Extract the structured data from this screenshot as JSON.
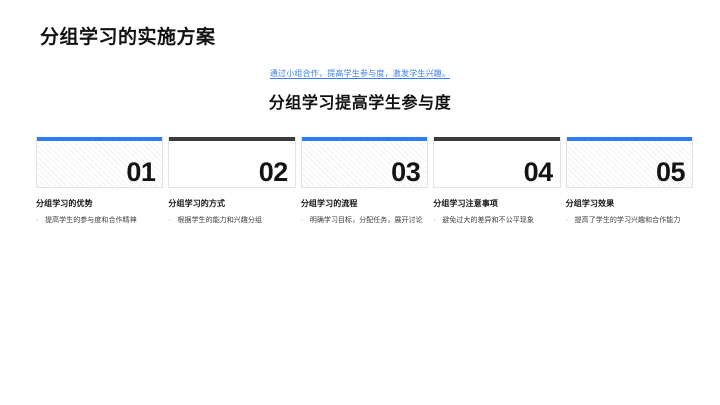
{
  "slide": {
    "title": "分组学习的实施方案",
    "kicker": "通过小组合作，提高学生参与度，激发学生兴趣。",
    "headline": "分组学习提高学生参与度"
  },
  "colors": {
    "accent_blue": "#2f7bf6",
    "accent_dark": "#3b3b3b",
    "kicker_link": "#3a7bf0",
    "text": "#141414"
  },
  "bullet_glyph": "·",
  "columns": [
    {
      "number": "01",
      "accent": "blue",
      "style": "hatched",
      "title": "分组学习的优势",
      "bullets": [
        "提高学生的参与度和合作精神"
      ]
    },
    {
      "number": "02",
      "accent": "dark",
      "style": "plain",
      "title": "分组学习的方式",
      "bullets": [
        "根据学生的能力和兴趣分组"
      ]
    },
    {
      "number": "03",
      "accent": "blue",
      "style": "hatched",
      "title": "分组学习的流程",
      "bullets": [
        "明确学习目标，分配任务，展开讨论"
      ]
    },
    {
      "number": "04",
      "accent": "dark",
      "style": "plain",
      "title": "分组学习注意事项",
      "bullets": [
        "避免过大的差异和不公平现象"
      ]
    },
    {
      "number": "05",
      "accent": "blue",
      "style": "hatched",
      "title": "分组学习效果",
      "bullets": [
        "提高了学生的学习兴趣和合作能力"
      ]
    }
  ]
}
